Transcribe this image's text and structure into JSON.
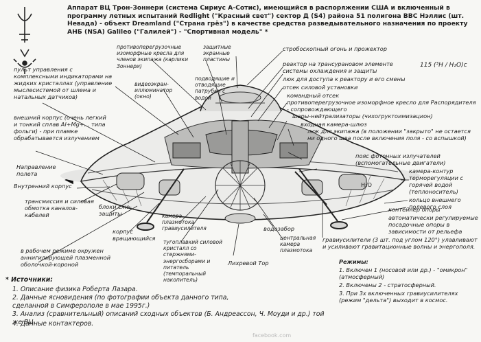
{
  "title": "Аппарат ВЦ Трон-Зоннери (система Сириус А-Сотис), имеющийся в распоряжении США и включенный в программу летных испытаний Redlight (\"Красный свет\") сектор Д (S4) района 51 полигона ВВС Нэллис (шт. Невада) - объект Dreamland (\"Страна грёз\") в качестве средства разведывательного назначения по проекту АНБ (NSA) Galileo (\"Галилей\") - \"Спортивная модель\" *",
  "formula": "115 (³H / H₂O)c",
  "labels": {
    "pult": "пульт управления с комплексными индикаторами на жидких кристаллах (управление мыслесистемой от шлема и натальных датчиков)",
    "kreslo_pilota": "противоперегрузочные изоморфные кресла для членов экипажа (карлики Зоннери)",
    "zashchitnye": "защитные экранные пластины",
    "videoekran": "видеоэкран-иллюминатор (окно)",
    "podvodyashchie": "подводящие и отводящие патрубки с водой",
    "vneshniy_korpus": "внешний корпус (очень легкий и тонкий сплав Al+Mg+... типа фольги) - при пламке обрабатывается излучением",
    "napravlenie": "Направление полета",
    "vnutrenniy_korpus": "Внутренний корпус",
    "transmissiya": "трансмиссия и силовая обмотка каналов-кабелей",
    "bloki": "блоки сжо-защиты",
    "korpus_vrashcheniya": "корпус вращающийся",
    "kamera_plazm": "камера плазмотока гравиусилителя",
    "tugoplavkiy": "тугоплавкий силовой кристалл со стержнями-энергосборами и питатель (темпоральный накопитель)",
    "likhrevoy_tor": "Лихревой Тор",
    "vodozabor": "водозабор",
    "central_kamera": "центральная камера плазмотока",
    "rabochiy_rezhim": "в рабочем режиме окружен аннигилирующей плазменной оболочкой-короной",
    "stroboskop": "стробоскопный огонь и прожектор",
    "reaktor": "реактор на трансурановом элементе",
    "sistemy_okhlazhdeniya": "системы охлаждения и защиты",
    "lyuk_reaktor": "люк для доступа к реактору и его смены",
    "otsek_silovoy": "отсек силовой установки",
    "komandnyi": "командный отсек",
    "kreslo_raspor": "противоперегрузочное изоморфное кресло для Распорядителя - сопровождающего",
    "shary": "шары-нейтрализаторы (чихогруктоимизацион)",
    "vkhodnaya": "входная камера-шлюз",
    "lyuk_ekipazh": "люк для экипажа (в положении \"закрыто\" не остается ни одного шва после включения поля - со вспышкой)",
    "poyas_foton": "пояс фотонных излучателей (вспомогательные двигатели)",
    "kamera_kontur": "камера-контур терморегуляции с горячей водой (теплоноситель)",
    "h2o": "H₂O",
    "koltso": "кольцо внешнего полевого слоя",
    "konteyner": "контейнер опоры",
    "avtomaticheski": "автоматически регулируемые посадочные опоры в зависимости от рельефа",
    "gravius": "гравиусилители (3 шт. под углом 120°) улавливают и усиливают гравитационные волны и энергополя.",
    "rezhimy_title": "Режимы:",
    "rezhimy": [
      "1. Включен 1 (носовой или др.) - \"омикрон\" (атмосферный)",
      "2. Включены 2 - стратосферный.",
      "3. При 3х включенных гравиусилителях (режим \"дельта\") выходит в космос."
    ],
    "istochniki_title": "* Источники:",
    "istochniki": [
      "1. Описание физика Роберта Лазара.",
      "2. Данные ясновидения (по фотографии объекта данного типа, сделанной в Симферополе в мае 1995г.)",
      "3. Анализ (сравнительный) описаний сходных объектов (Б. Андреассон, Ч. Моуди и др.) той же ВЦ.",
      "4. Данные контактеров."
    ]
  },
  "watermark": "facebook.com",
  "colors": {
    "ink": "#1c1c1c",
    "paper": "#f7f7f4",
    "shade": "#8f8f8f"
  }
}
